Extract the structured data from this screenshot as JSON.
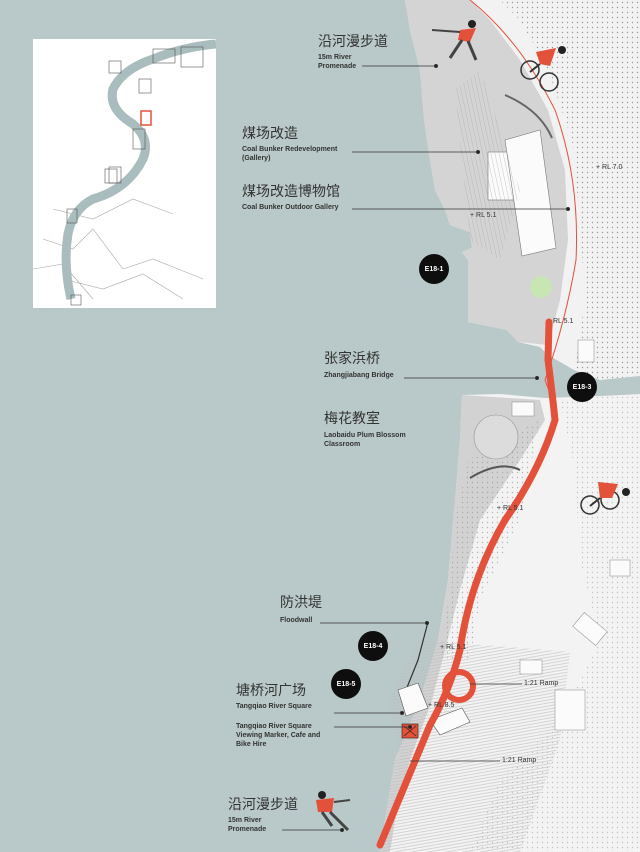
{
  "labels": {
    "promenade_top": {
      "cn": "沿河漫步道",
      "en": "15m River Promenade"
    },
    "coal_bunker": {
      "cn": "煤场改造",
      "en": "Coal Bunker Redevelopment (Gallery)"
    },
    "coal_gallery": {
      "cn": "煤场改造博物馆",
      "en": "Coal Bunker Outdoor Gallery"
    },
    "bridge": {
      "cn": "张家浜桥",
      "en": "Zhangjiabang Bridge"
    },
    "classroom": {
      "cn": "梅花教室",
      "en": "Laobaidu Plum Blossom Classroom"
    },
    "floodwall": {
      "cn": "防洪堤",
      "en": "Floodwall"
    },
    "square": {
      "cn": "塘桥河广场",
      "en": "Tangqiao River Square"
    },
    "viewing": {
      "en": "Tangqiao River Square Viewing Marker, Cafe and Bike Hire"
    },
    "promenade_bottom": {
      "cn": "沿河漫步道",
      "en": "15m River Promenade"
    }
  },
  "levels": {
    "rl70": "+ RL 7.0",
    "rl51_gallery": "+ RL 5.1",
    "rl51_bridge": "RL 5.1",
    "rl51_classroom": "+ RL 5.1",
    "rl51_floodwall": "+ RL 5.1",
    "rl85": "+ RL 8.5"
  },
  "ramps": {
    "ramp_upper": "1:21 Ramp",
    "ramp_lower": "1:21 Ramp"
  },
  "zones": {
    "e18_1": "E18-1",
    "e18_3": "E18-3",
    "e18_4": "E18-4",
    "e18_5": "E18-5"
  },
  "colors": {
    "water": "#b9c8c9",
    "land": "#f3f3f3",
    "promenade": "#d2d2d2",
    "ramp": "#e4513a",
    "badge": "#0e0e0e",
    "green": "#c7e6b3"
  },
  "icons": [
    "walker-icon",
    "cyclist-icon",
    "viewing-marker-icon"
  ]
}
